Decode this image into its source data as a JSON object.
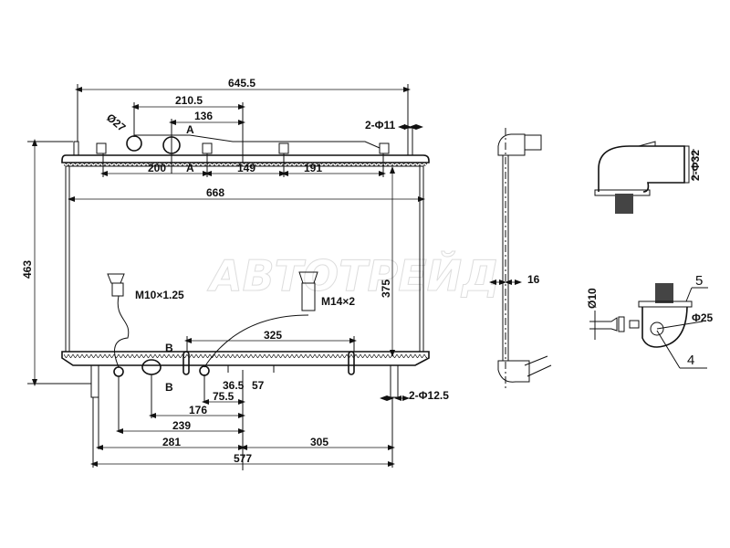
{
  "watermark": "АВТОТРЕЙД",
  "dimensions": {
    "overall_height": "463",
    "overall_width_top": "645.5",
    "d1": "210.5",
    "d2": "136",
    "hole_top": "2-Φ11",
    "pipe_dia": "Ø27",
    "section_a": "A",
    "top_200": "200",
    "top_149": "149",
    "top_191": "191",
    "core_width": "668",
    "core_height": "375",
    "drain_thread": "M10×1.25",
    "sensor_thread": "M14×2",
    "section_b": "B",
    "bottom_325": "325",
    "b_36_5": "36.5",
    "b_57": "57",
    "b_75_5": "75.5",
    "b_176": "176",
    "b_239": "239",
    "b_281": "281",
    "b_305": "305",
    "b_577": "577",
    "hole_bottom": "2-Φ12.5",
    "thickness": "16",
    "detail_pipe": "2-Φ32",
    "detail_dia10": "Ø10",
    "detail_dia25": "Φ25",
    "callout_5": "5",
    "callout_4": "4"
  }
}
